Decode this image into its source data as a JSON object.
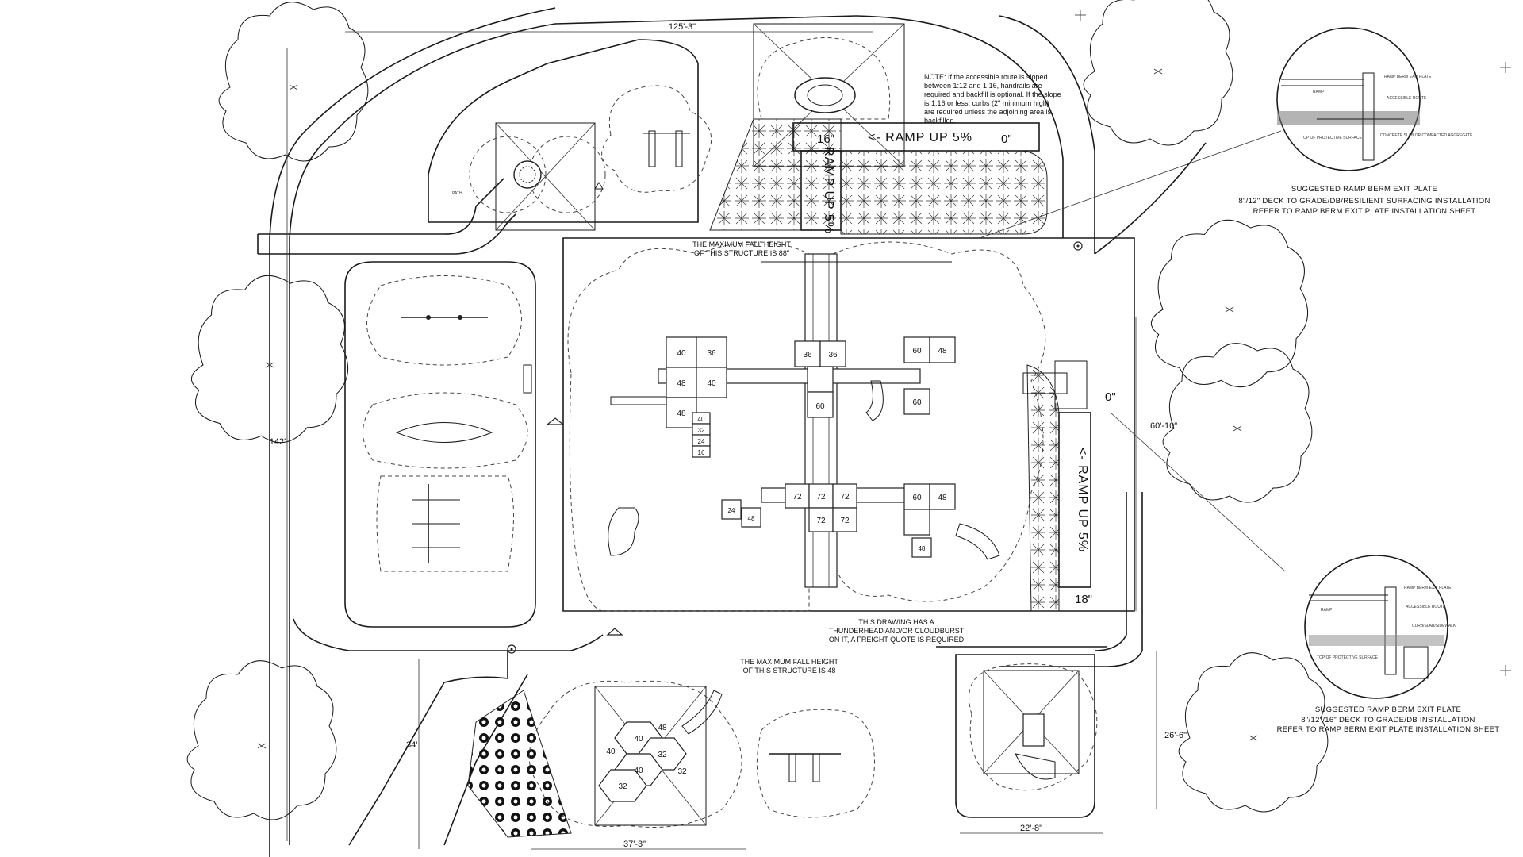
{
  "dimensions": {
    "top_width": "125'-3\"",
    "left_height": "142'",
    "right_height": "60'-10\"",
    "bottom_left_height": "34'",
    "bottom_right_height": "26'-6\"",
    "bottom_left_width": "37'-3\"",
    "bottom_right_width": "22'-8\""
  },
  "ramps": {
    "top_ramp": "<- RAMP UP 5%",
    "top_vertical": "RAMP UP 5%",
    "top_height_start": "16\"",
    "top_height_end": "0\"",
    "right_ramp": "<- RAMP UP 5%",
    "right_height_start": "0\"",
    "right_height_end": "18\""
  },
  "notes": {
    "accessible_route": [
      "NOTE: If the accessible route is sloped",
      "between 1:12 and 1:16, handrails are",
      "required and backfill is optional. If the slope",
      "is 1:16 or less, curbs (2\" minimum high)",
      "are required unless the adjoining area is",
      "backfilled."
    ],
    "main_fall_height": [
      "THE MAXIMUM FALL HEIGHT",
      "OF THIS STRUCTURE IS 88\""
    ],
    "small_fall_height": [
      "THE MAXIMUM FALL HEIGHT",
      "OF THIS STRUCTURE IS 48"
    ],
    "freight": [
      "THIS DRAWING HAS A",
      "THUNDERHEAD AND/OR CLOUDBURST",
      "ON IT, A FREIGHT QUOTE IS REQUIRED"
    ]
  },
  "details": {
    "top": {
      "caption": [
        "SUGGESTED RAMP BERM EXIT PLATE",
        "8\"/12\" DECK TO GRADE/DB/RESILIENT SURFACING INSTALLATION",
        "REFER TO RAMP BERM EXIT PLATE INSTALLATION SHEET"
      ],
      "labels": [
        "RAMP",
        "RAMP BERM EXIT PLATE",
        "ACCESSIBLE ROUTE",
        "TOP OF PROTECTIVE SURFACE",
        "CONCRETE SLAB OR COMPACTED AGGREGATE"
      ]
    },
    "bottom": {
      "caption": [
        "SUGGESTED RAMP BERM EXIT PLATE",
        "8\"/12\"/16\" DECK TO GRADE/DB INSTALLATION",
        "REFER TO RAMP BERM EXIT PLATE INSTALLATION SHEET"
      ],
      "labels": [
        "RAMP",
        "RAMP BERM EXIT PLATE",
        "ACCESSIBLE ROUTE",
        "CURB/SLAB/SIDEWALK",
        "TOP OF PROTECTIVE SURFACE"
      ]
    }
  },
  "main_deck_heights": [
    "40",
    "36",
    "48",
    "40",
    "48",
    "36",
    "36",
    "60",
    "72",
    "72",
    "72",
    "72",
    "72",
    "60",
    "48",
    "60",
    "60",
    "48",
    "40",
    "32",
    "24",
    "16",
    "48",
    "24",
    "48"
  ],
  "small_deck_heights": [
    "40",
    "32",
    "40",
    "32",
    "48",
    "32",
    "40"
  ],
  "colors": {
    "line": "#1a1a1a",
    "background": "#ffffff"
  },
  "icons": [
    "tree-canopy-icon",
    "north-marker-icon",
    "trash-receptacle-icon"
  ]
}
